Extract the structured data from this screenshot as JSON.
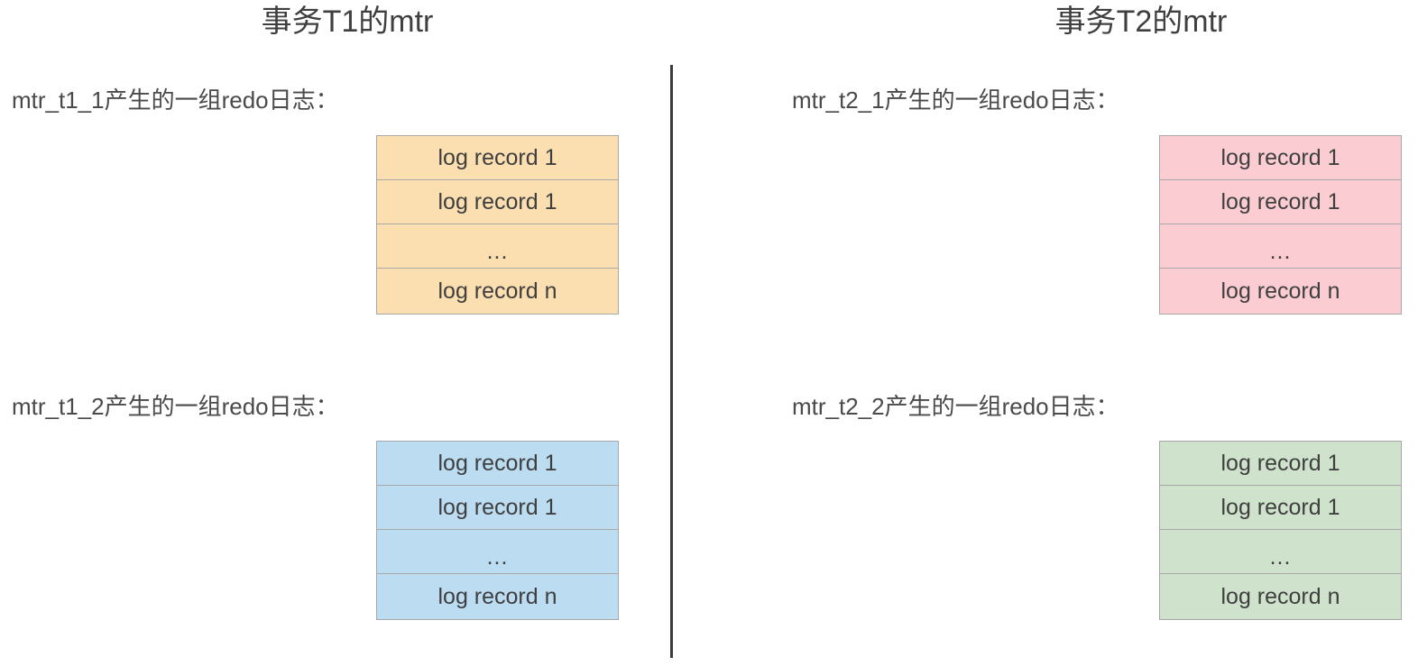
{
  "diagram": {
    "columns": [
      {
        "id": "t1",
        "title": "事务T1的mtr",
        "groups": [
          {
            "id": "mtr_t1_1",
            "caption": "mtr_t1_1产生的一组redo日志：",
            "color": "#fbdfb1",
            "border_color": "#a8a8a8",
            "rows": [
              "log record 1",
              "log record 1",
              "...",
              "log record n"
            ]
          },
          {
            "id": "mtr_t1_2",
            "caption": "mtr_t1_2产生的一组redo日志：",
            "color": "#bcdcf2",
            "border_color": "#a8a8a8",
            "rows": [
              "log record 1",
              "log record 1",
              "...",
              "log record n"
            ]
          }
        ]
      },
      {
        "id": "t2",
        "title": "事务T2的mtr",
        "groups": [
          {
            "id": "mtr_t2_1",
            "caption": "mtr_t2_1产生的一组redo日志：",
            "color": "#fbcdd2",
            "border_color": "#a8a8a8",
            "rows": [
              "log record 1",
              "log record 1",
              "...",
              "log record n"
            ]
          },
          {
            "id": "mtr_t2_2",
            "caption": "mtr_t2_2产生的一组redo日志：",
            "color": "#cfe3cc",
            "border_color": "#a8a8a8",
            "rows": [
              "log record 1",
              "log record 1",
              "...",
              "log record n"
            ]
          }
        ]
      }
    ],
    "divider": {
      "color": "#3c3c3c",
      "orientation": "vertical"
    },
    "background": "#ffffff"
  }
}
